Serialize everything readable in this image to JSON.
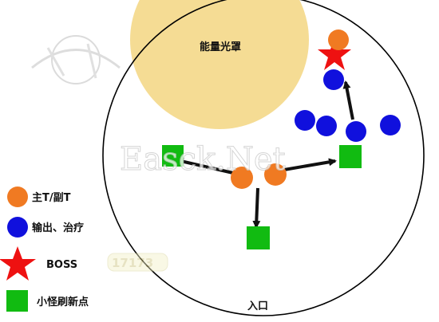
{
  "map": {
    "shield_label": "能量光罩",
    "entrance_label": "入口",
    "watermark_text": "Easck.Net",
    "colors": {
      "shield": "#f5dc94",
      "tank": "#f07a22",
      "dps_healer": "#1010dd",
      "boss": "#ee1111",
      "spawn": "#11bb11",
      "arena_line": "#000000",
      "arrow": "#111111"
    }
  },
  "legend": {
    "tank_label": "主T/副T",
    "dps_label": "输出、治疗",
    "boss_label": "BOSS",
    "spawn_label": "小怪刷新点"
  }
}
